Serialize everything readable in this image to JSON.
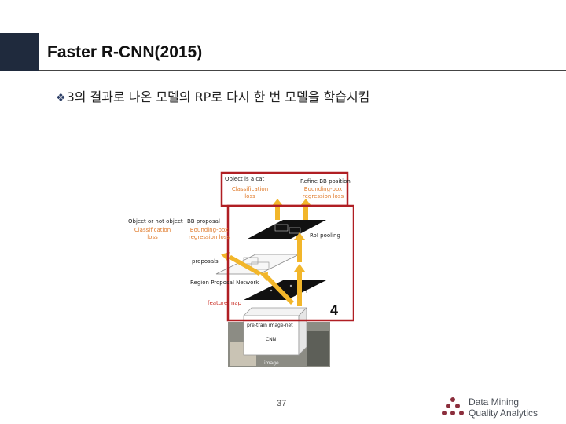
{
  "slide": {
    "title": "Faster R-CNN(2015)",
    "bullet_icon": "diamond-bullet-icon",
    "bullet_text": "3의 결과로 나온 모델의 RP로 다시 한 번 모델을 학습시킴",
    "overlay_number": "4",
    "page_number": "37"
  },
  "figure": {
    "object_is_a_cat": "Object is a cat",
    "refine_bb_position": "Refine BB position",
    "classification_loss_top": "Classification loss",
    "bbox_regression_loss_top": "Bounding-box regression loss",
    "object_or_not_object": "Object or not object",
    "bb_proposal": "BB proposal",
    "classification_loss_rpn": "Classification loss",
    "bbox_regression_loss_rpn": "Bounding-box regression loss",
    "roi_pooling": "RoI pooling",
    "proposals": "proposals",
    "region_proposal_network": "Region Proposal Network",
    "feature_map": "feature map",
    "pretrain_label": "pre-train image-net",
    "cnn_label": "CNN",
    "image_label": "image"
  },
  "logo": {
    "line1": "Data Mining",
    "line2": "Quality Analytics",
    "colors": {
      "brand": "#8b2e3c",
      "text": "#4a4f57"
    }
  },
  "colors": {
    "title_block": "#1f2a3d",
    "highlight_box": "#b01e23",
    "orange_label": "#e07a2a",
    "arrow_yellow": "#f2b62a"
  }
}
